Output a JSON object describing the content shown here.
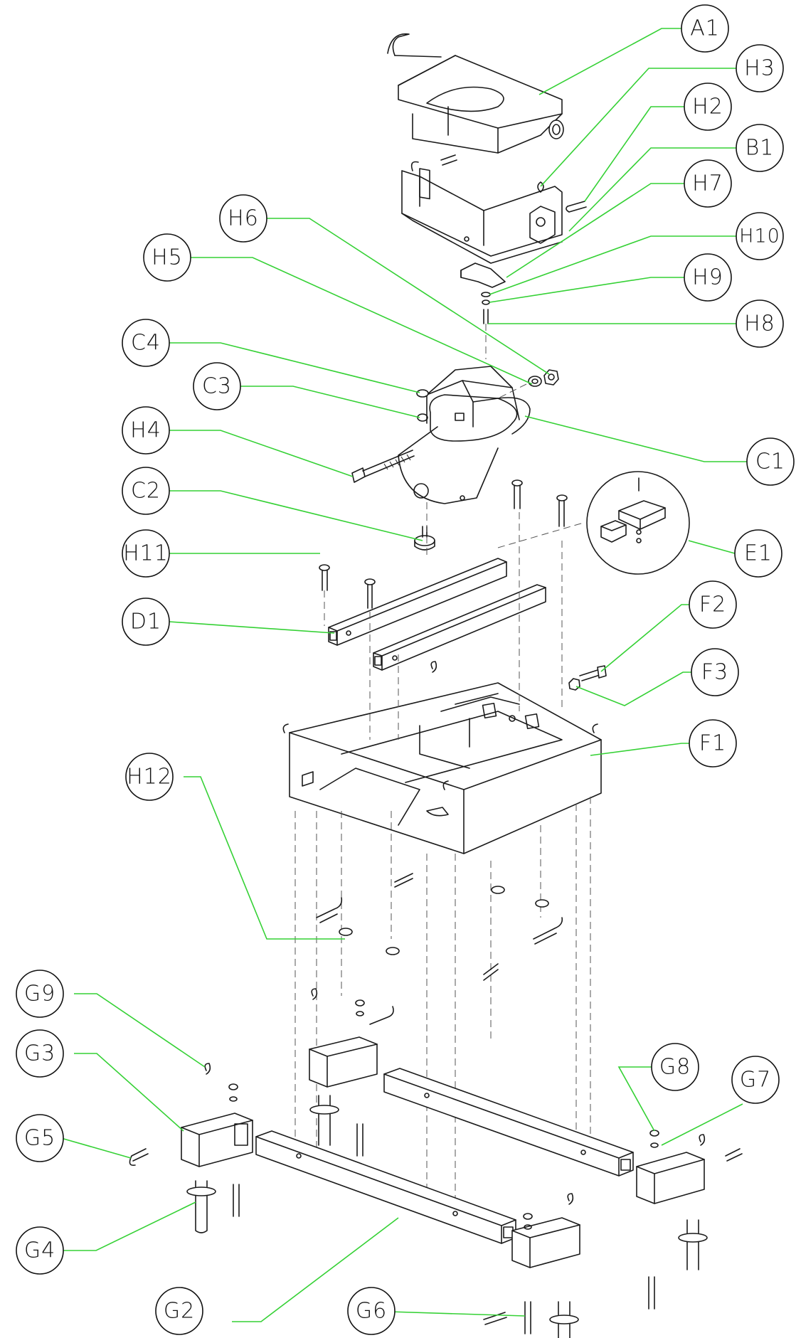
{
  "callouts": [
    {
      "id": "A1",
      "label": "A1"
    },
    {
      "id": "H3",
      "label": "H3"
    },
    {
      "id": "H2",
      "label": "H2"
    },
    {
      "id": "B1",
      "label": "B1"
    },
    {
      "id": "H6",
      "label": "H6"
    },
    {
      "id": "H7",
      "label": "H7"
    },
    {
      "id": "H10",
      "label": "H10"
    },
    {
      "id": "H5",
      "label": "H5"
    },
    {
      "id": "H9",
      "label": "H9"
    },
    {
      "id": "H8",
      "label": "H8"
    },
    {
      "id": "C4",
      "label": "C4"
    },
    {
      "id": "C3",
      "label": "C3"
    },
    {
      "id": "H4",
      "label": "H4"
    },
    {
      "id": "C1",
      "label": "C1"
    },
    {
      "id": "C2",
      "label": "C2"
    },
    {
      "id": "H11",
      "label": "H11"
    },
    {
      "id": "E1",
      "label": "E1"
    },
    {
      "id": "D1",
      "label": "D1"
    },
    {
      "id": "F2",
      "label": "F2"
    },
    {
      "id": "F3",
      "label": "F3"
    },
    {
      "id": "F1",
      "label": "F1"
    },
    {
      "id": "H12",
      "label": "H12"
    },
    {
      "id": "G9",
      "label": "G9"
    },
    {
      "id": "G3",
      "label": "G3"
    },
    {
      "id": "G8",
      "label": "G8"
    },
    {
      "id": "G7",
      "label": "G7"
    },
    {
      "id": "G5",
      "label": "G5"
    },
    {
      "id": "G4",
      "label": "G4"
    },
    {
      "id": "G2",
      "label": "G2"
    },
    {
      "id": "G6",
      "label": "G6"
    }
  ],
  "colors": {
    "leader": "#35d135",
    "ink": "#1a1a1a",
    "background": "#ffffff"
  }
}
